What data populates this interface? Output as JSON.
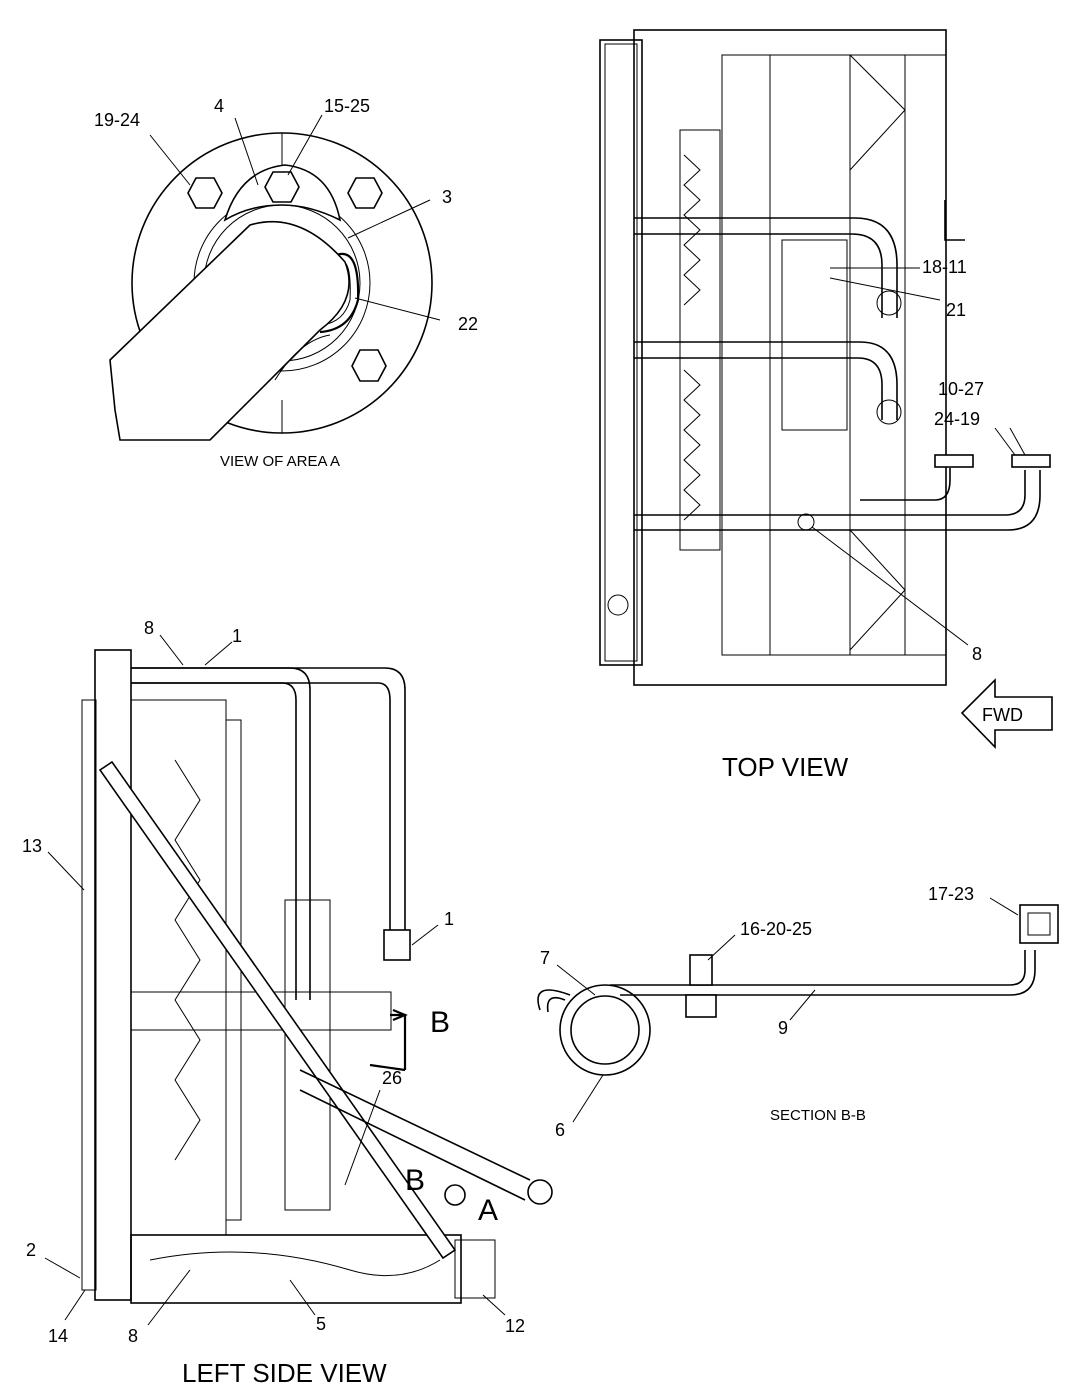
{
  "views": {
    "area_a": {
      "caption": "VIEW OF AREA A",
      "callouts": [
        "19-24",
        "4",
        "15-25",
        "3",
        "22"
      ]
    },
    "top": {
      "caption": "TOP VIEW",
      "direction": "FWD",
      "callouts": [
        "18-11",
        "21",
        "10-27",
        "24-19",
        "8"
      ]
    },
    "left_side": {
      "caption": "LEFT SIDE VIEW",
      "callouts": [
        "8",
        "1",
        "13",
        "1",
        "26",
        "2",
        "14",
        "8",
        "5",
        "12"
      ],
      "section_marker": "B",
      "area_marker": "A"
    },
    "section_bb": {
      "caption": "SECTION B-B",
      "callouts": [
        "17-23",
        "16-20-25",
        "7",
        "9",
        "6"
      ]
    }
  }
}
